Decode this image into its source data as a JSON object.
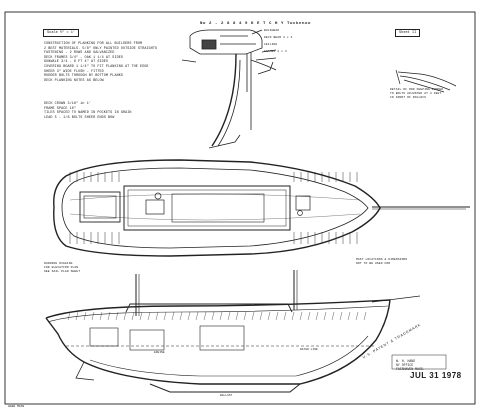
{
  "drawing": {
    "title": "No 2 - 2 8 8 4 9   K E T C H   Y  Tuckenoo",
    "scale_box": "Scale ½\" = 1'",
    "sheet_box": "Sheet  II",
    "notes_top": [
      "CONSTRUCTION OF PLANKING FOR ALL BUILDERS FROM",
      "2 BEST MATERIALS. 5/8\" ONLY PAINTED OUTSIDE STRAIGHTS",
      "FASTENING - 2 ROWS AND GALVANIZED",
      "DECK FRAMES 3/4\" - OAK 1 1/4 AT SIDES",
      "GUNWALE 3/4 - 6 FT 4\" AT SIDES",
      "COVERING BOARD 1 1/4\" TO FIT PLANKING AT THE EDGE",
      "SHEER 3\" WIDE FLUSH - FITTED",
      "RUDDER BOLTS THROUGH BY BOTTOM PLANKS",
      "DECK PLANKING NOTES AS BELOW"
    ],
    "notes_mid": [
      "DECK CROWN  3/16\" in 1'",
      "FRAME SPACE  10\"",
      "TILES SPACED  TO NAMED IN POCKETS IN GRAIN",
      "LEAD 5 - 1/8 BOLTS  SHEER ENDS  BOW"
    ],
    "detail_labels": [
      "BULKHEAD",
      "DECK BEAM 4 x 4",
      "CEILING",
      "FRAMES 2 x 3"
    ],
    "right_notes": [
      "DETAIL OF ROD KEEPING RUDDER",
      "TO BOLTS ADJUSTED AT 4 FEET",
      "IN FRONT OF ROLLOCK"
    ],
    "right_mid_notes": [
      "MAST LOCATIONS & DIMENSIONS",
      "NOT TO BE USED FOR"
    ],
    "left_mid_notes": [
      "RUNNING RIGGING",
      "FOR ELEVATION PLAN",
      "SEE SAIL PLAN SHEET"
    ],
    "profile_labels": [
      "WATER LINE",
      "BALLAST",
      "ENGINE"
    ],
    "signature_block": [
      "W. H. HAND",
      "NY OFFICE",
      "FAIRHAVEN MASS."
    ],
    "date_stamp": "JUL 31 1978",
    "stamp_text": "U.S. PATENT & TRADEMARK",
    "corner_note": "HAER  MASS"
  }
}
